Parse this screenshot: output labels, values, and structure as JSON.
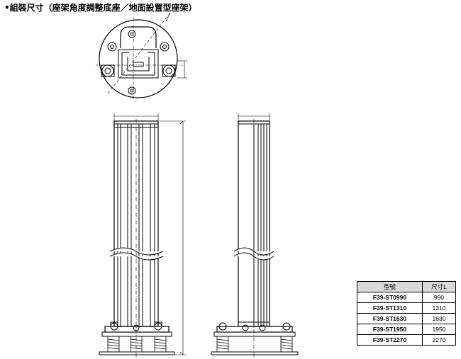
{
  "page": {
    "title": "•組裝尺寸（座架角度調整底座／地面設置型座架）"
  },
  "spec_table": {
    "headers": [
      "型號",
      "尺寸L"
    ],
    "rows": [
      {
        "model": "F39-ST0990",
        "size": "990"
      },
      {
        "model": "F39-ST1310",
        "size": "1310"
      },
      {
        "model": "F39-ST1630",
        "size": "1630"
      },
      {
        "model": "F39-ST1950",
        "size": "1950"
      },
      {
        "model": "F39-ST2270",
        "size": "2270"
      }
    ]
  }
}
